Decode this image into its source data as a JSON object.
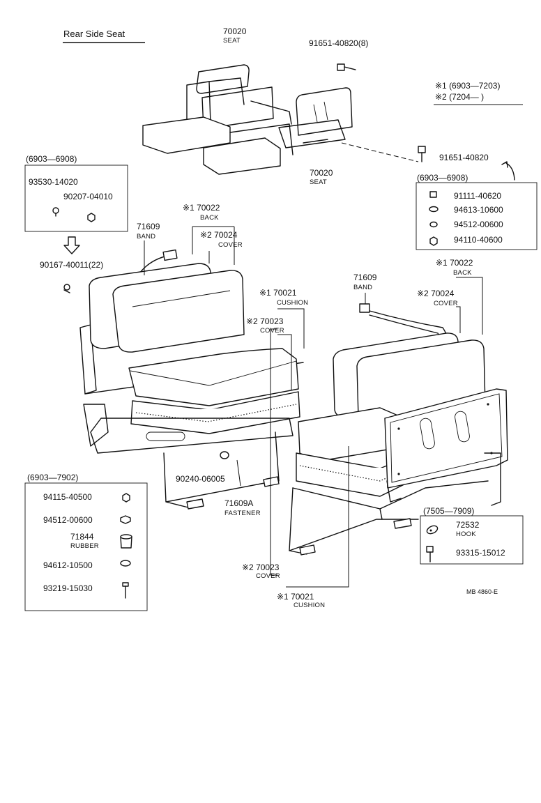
{
  "title": "Rear Side Seat",
  "legend": {
    "line1": "※1 (6903—7203)",
    "line2": "※2 (7204—         )"
  },
  "ref_code": "MB 4860-E",
  "labels": {
    "seat_top_pn": "70020",
    "seat_top_nm": "SEAT",
    "seat_mid_pn": "70020",
    "seat_mid_nm": "SEAT",
    "bolt_top": "91651-40820(8)",
    "bolt_right": "91651-40820",
    "box_a_range": "(6903—6908)",
    "box_a_p1": "93530-14020",
    "box_a_p2": "90207-04010",
    "below_a": "90167-40011(22)",
    "box_b_range": "(6903—6908)",
    "box_b_p1": "91111-40620",
    "box_b_p2": "94613-10600",
    "box_b_p3": "94512-00600",
    "box_b_p4": "94110-40600",
    "l_band_pn": "71609",
    "l_band_nm": "BAND",
    "l_back_pn": "※1 70022",
    "l_back_nm": "BACK",
    "l_cover_pn": "※2 70024",
    "l_cover_nm": "COVER",
    "l_cush_pn": "※1 70021",
    "l_cush_nm": "CUSHION",
    "l_ccov_pn": "※2 70023",
    "l_ccov_nm": "COVER",
    "r_band_pn": "71609",
    "r_band_nm": "BAND",
    "r_back_pn": "※1 70022",
    "r_back_nm": "BACK",
    "r_cover_pn": "※2 70024",
    "r_cover_nm": "COVER",
    "fastener_p1": "90240-06005",
    "fastener_pn": "71609A",
    "fastener_nm": "FASTENER",
    "r_ccov_pn": "※2 70023",
    "r_ccov_nm": "COVER",
    "r_cush_pn": "※1 70021",
    "r_cush_nm": "CUSHION",
    "box_c_range": "(6903—7902)",
    "box_c_p1": "94115-40500",
    "box_c_p2": "94512-00600",
    "box_c_p3_pn": "71844",
    "box_c_p3_nm": "RUBBER",
    "box_c_p4": "94612-10500",
    "box_c_p5": "93219-15030",
    "box_d_range": "(7505—7909)",
    "box_d_p1_pn": "72532",
    "box_d_p1_nm": "HOOK",
    "box_d_p2": "93315-15012"
  }
}
